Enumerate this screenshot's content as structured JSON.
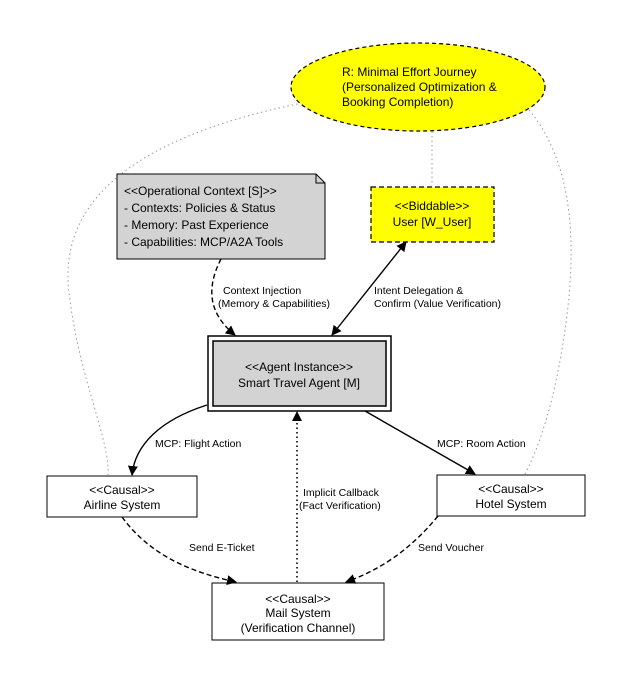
{
  "requirement": {
    "lines": [
      "R: Minimal Effort Journey",
      "(Personalized Optimization &",
      "Booking Completion)"
    ],
    "fill": "#ffff00"
  },
  "context_note": {
    "lines": [
      "<<Operational Context [S]>>",
      "- Contexts: Policies & Status",
      "- Memory: Past Experience",
      "- Capabilities: MCP/A2A Tools"
    ],
    "fill": "#d3d3d3"
  },
  "user": {
    "lines": [
      "<<Biddable>>",
      "User [W_User]"
    ],
    "fill": "#ffff00"
  },
  "agent": {
    "lines": [
      "<<Agent Instance>>",
      "Smart Travel Agent [M]"
    ],
    "fill": "#d3d3d3"
  },
  "airline": {
    "lines": [
      "<<Causal>>",
      "Airline System"
    ]
  },
  "hotel": {
    "lines": [
      "<<Causal>>",
      "Hotel System"
    ]
  },
  "mail": {
    "lines": [
      "<<Causal>>",
      "Mail System",
      "(Verification Channel)"
    ]
  },
  "edges": {
    "context_injection": [
      "Context Injection",
      "(Memory & Capabilities)"
    ],
    "intent_delegation": [
      "Intent Delegation &",
      "Confirm (Value Verification)"
    ],
    "flight_action": [
      "MCP: Flight Action"
    ],
    "room_action": [
      "MCP: Room Action"
    ],
    "implicit_callback": [
      "Implicit Callback",
      "(Fact Verification)"
    ],
    "send_eticket": [
      "Send E-Ticket"
    ],
    "send_voucher": [
      "Send Voucher"
    ]
  }
}
